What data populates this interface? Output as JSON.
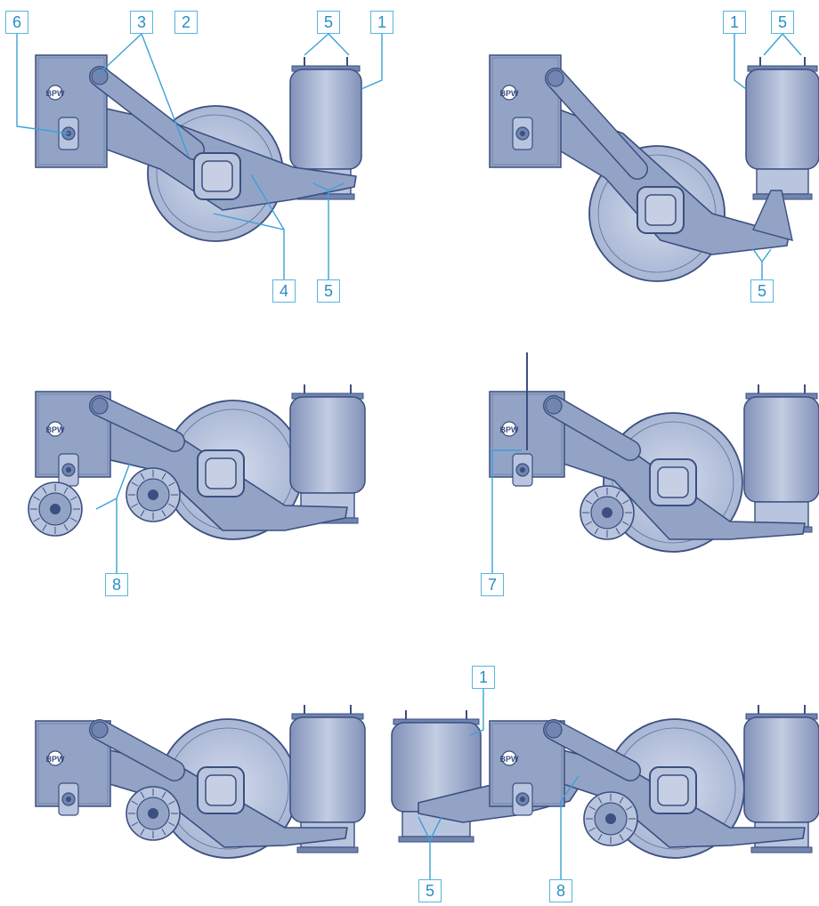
{
  "colors": {
    "outline": "#3b4f80",
    "steel": "#93a3c6",
    "steel_dark": "#7185b0",
    "steel_light": "#b9c5de",
    "drum": "#c6cfe4",
    "callout": "#2a8fc4",
    "callout_border": "#5ab4de",
    "leader": "#3aa2d6"
  },
  "callouts": {
    "c6": "6",
    "c3": "3",
    "c2": "2",
    "c5a": "5",
    "c1a": "1",
    "c4": "4",
    "c5b": "5",
    "c1b": "1",
    "c5c": "5",
    "c5d": "5",
    "c8a": "8",
    "c7": "7",
    "c1c": "1",
    "c5e": "5",
    "c8b": "8"
  }
}
